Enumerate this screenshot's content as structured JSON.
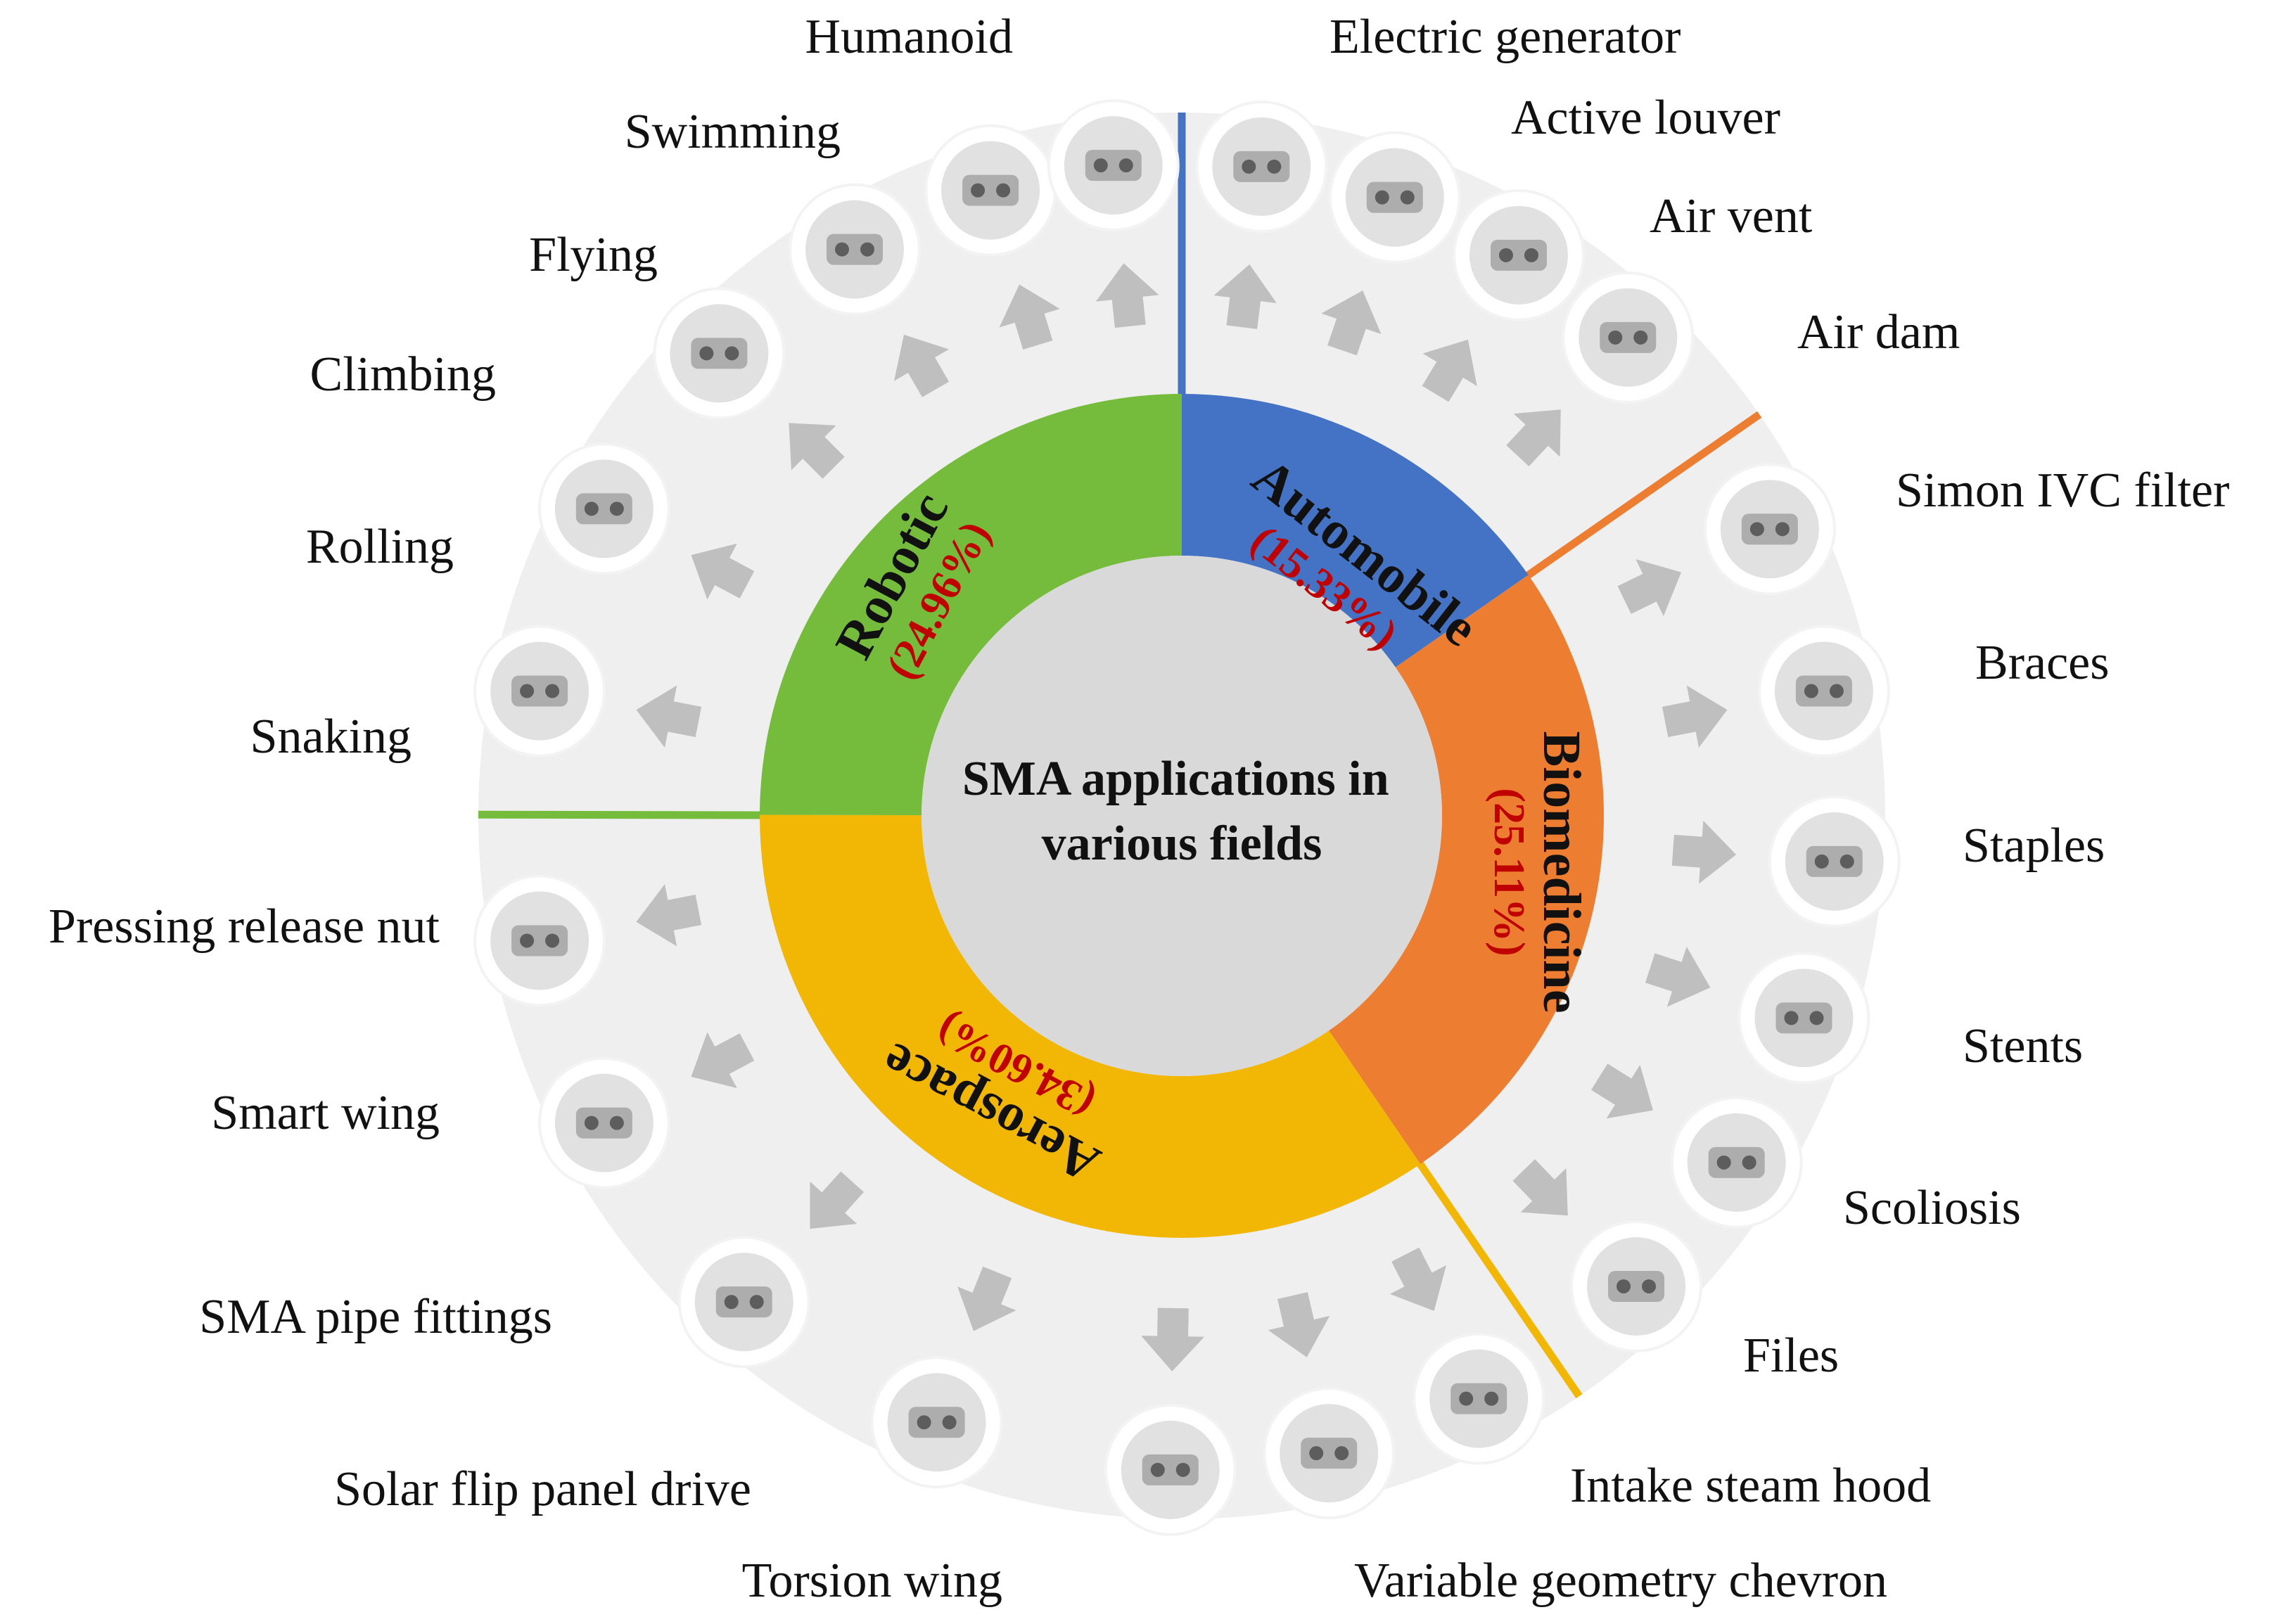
{
  "title_lines": [
    "SMA applications in",
    "various fields"
  ],
  "colors": {
    "robotic": "#76BC3C",
    "automobile": "#4472C4",
    "biomedicine": "#ED7D31",
    "aerospace": "#F2B705",
    "percent_text": "#C00000",
    "outer_ring": "#EFEFEF",
    "center_disc": "#D9D9D9",
    "arrow": "#BFBFBF"
  },
  "sectors": [
    {
      "key": "automobile",
      "name": "Automobile",
      "percent": "(15.33%)",
      "share": 15.33,
      "color_key": "automobile"
    },
    {
      "key": "biomedicine",
      "name": "Biomedicine",
      "percent": "(25.11%)",
      "share": 25.11,
      "color_key": "biomedicine"
    },
    {
      "key": "aerospace",
      "name": "Aerospace",
      "percent": "(34.60%)",
      "share": 34.6,
      "color_key": "aerospace"
    },
    {
      "key": "robotic",
      "name": "Robotic",
      "percent": "(24.96%)",
      "share": 24.96,
      "color_key": "robotic"
    }
  ],
  "applications": {
    "automobile": [
      "Electric generator",
      "Active louver",
      "Air vent",
      "Air dam"
    ],
    "biomedicine": [
      "Simon IVC filter",
      "Braces",
      "Staples",
      "Stents",
      "Scoliosis",
      "Files"
    ],
    "aerospace": [
      "Intake steam hood",
      "Variable  geometry  chevron",
      "Torsion wing",
      "Solar flip panel drive",
      "SMA pipe fittings",
      "Smart wing",
      "Pressing release nut"
    ],
    "robotic": [
      "Snaking",
      "Rolling",
      "Climbing",
      "Flying",
      "Swimming",
      "Humanoid"
    ]
  },
  "icons": {
    "Humanoid": "humanoid-robot-icon",
    "Swimming": "swimming-robot-icon",
    "Flying": "flying-robot-icon",
    "Climbing": "climbing-robot-icon",
    "Rolling": "rolling-robot-icon",
    "Snaking": "snake-robot-icon",
    "Electric generator": "generator-icon",
    "Active louver": "louver-icon",
    "Air vent": "air-vent-icon",
    "Air dam": "air-dam-icon",
    "Simon IVC filter": "ivc-filter-icon",
    "Braces": "braces-icon",
    "Staples": "staples-icon",
    "Stents": "stent-icon",
    "Scoliosis": "spine-icon",
    "Files": "dental-file-icon",
    "Intake steam hood": "intake-hood-icon",
    "Variable  geometry  chevron": "chevron-nozzle-icon",
    "Torsion wing": "torsion-wing-icon",
    "Solar flip panel drive": "rover-icon",
    "SMA pipe fittings": "pipe-fitting-icon",
    "Smart wing": "smart-wing-icon",
    "Pressing release nut": "release-nut-icon"
  }
}
